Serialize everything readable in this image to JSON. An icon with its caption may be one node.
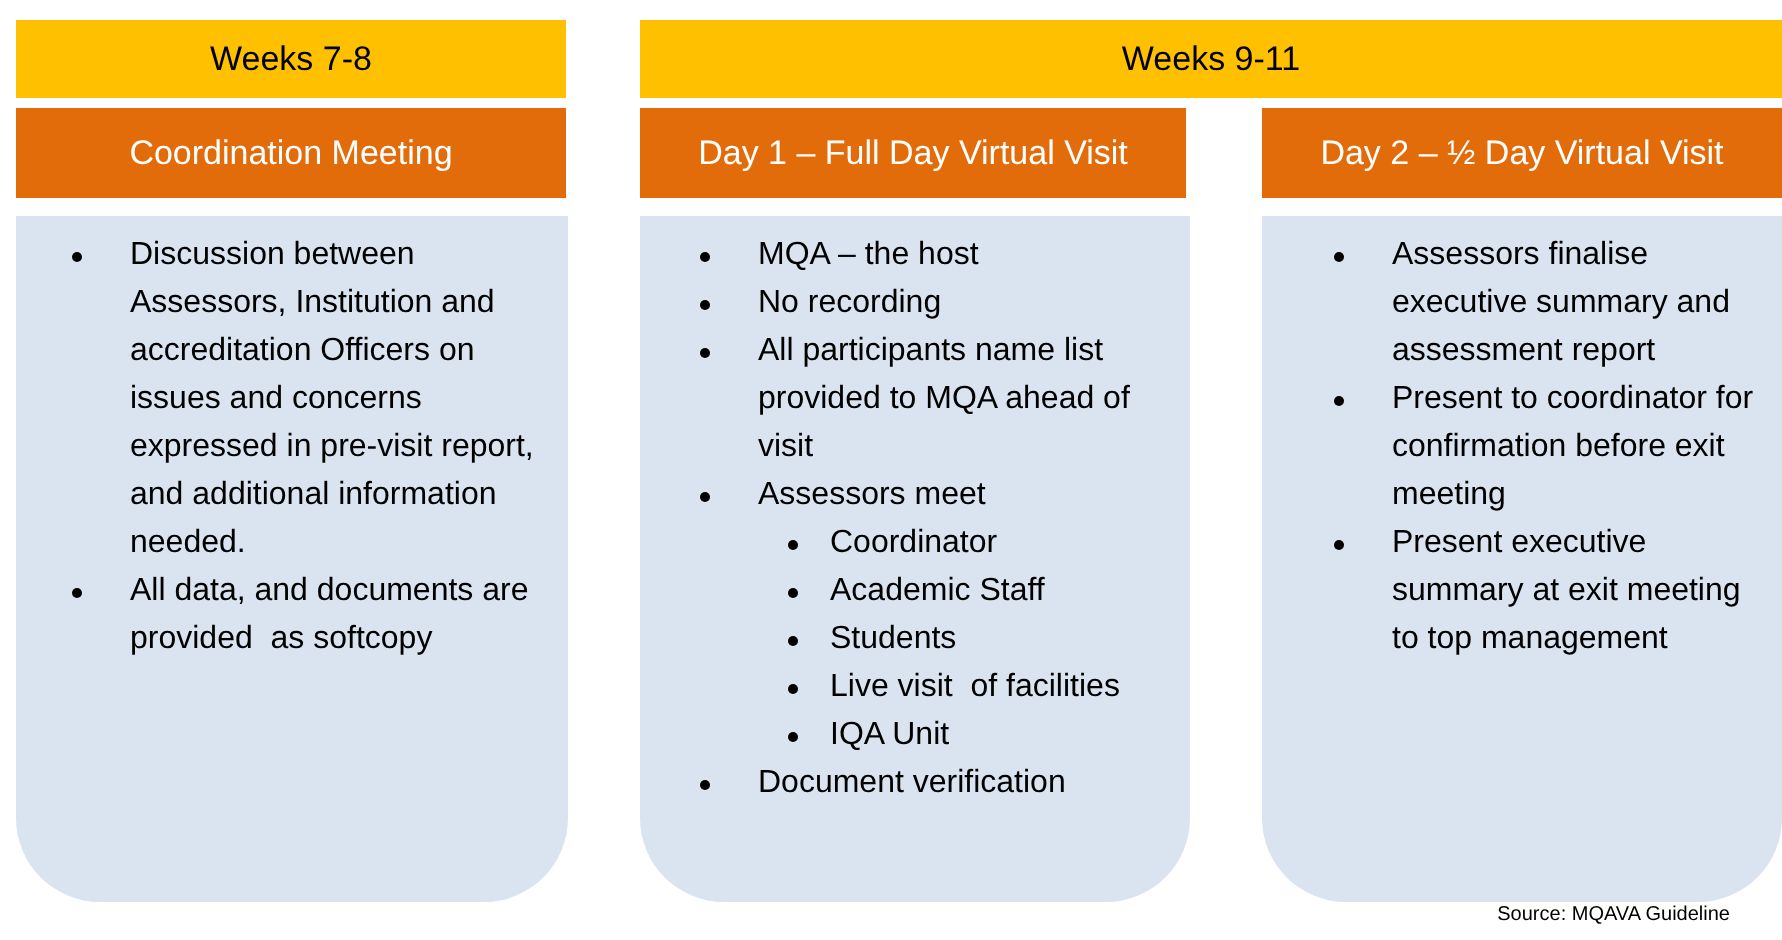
{
  "diagram": {
    "caption": "Source: MQAVA Guideline",
    "nodes": [
      {
        "text": [
          "Weeks 7-8"
        ]
      },
      {
        "text": [
          "Weeks 9-11"
        ]
      },
      {
        "text": [
          "Coordination Meeting"
        ]
      },
      {
        "text": [
          "Day 1 – Full Day Virtual Visit"
        ]
      },
      {
        "text": [
          "Day 2 – ½ Day Virtual Visit"
        ]
      },
      {
        "text": [
          "Discussion between Assessors, Institution and accreditation Officers on issues and concerns expressed in pre-visit report, and additional information needed.",
          "All data, and documents are provided  as softcopy"
        ]
      },
      {
        "text": [
          "MQA – the host",
          "No recording",
          "All participants name list provided to MQA ahead of visit",
          "Assessors meet",
          "Coordinator",
          "Academic Staff",
          "Students",
          "Live visit  of facilities",
          "IQA Unit",
          "Document verification"
        ]
      },
      {
        "text": [
          "Assessors finalise executive summary and assessment report",
          "Present to coordinator for confirmation before exit meeting",
          "Present executive summary at exit meeting to top management"
        ]
      }
    ]
  }
}
